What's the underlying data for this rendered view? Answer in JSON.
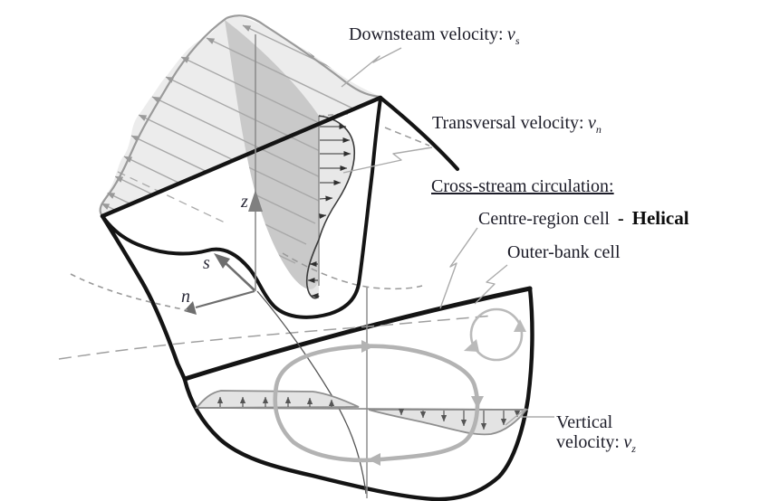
{
  "figure_labels": {
    "downstream_label": "Downsteam velocity:",
    "downstream_var": "v",
    "downstream_sub": "s",
    "transversal_label": "Transversal velocity:",
    "transversal_var": "v",
    "transversal_sub": "n",
    "cross_stream_heading": "Cross-stream circulation:",
    "centre_region_cell": "Centre-region cell",
    "separator_dash": "-",
    "helical_annotation": "Helical",
    "outer_bank_cell": "Outer-bank cell",
    "vertical_word": "Vertical",
    "vertical_label": "velocity:",
    "vertical_var": "v",
    "vertical_sub": "z"
  },
  "axes": {
    "up": "z",
    "streamwise": "s",
    "transverse": "n"
  },
  "colors": {
    "background": "#ffffff",
    "ink": "#141414",
    "text": "#1c1c28",
    "surface_fill": "#ececec",
    "profile_fill": "#c9c9c9",
    "strip_fill": "#d9d9d9",
    "circulation_gray": "#b3b3b3",
    "leader_gray": "#ababab",
    "hatch_gray": "#a8a8a8"
  }
}
